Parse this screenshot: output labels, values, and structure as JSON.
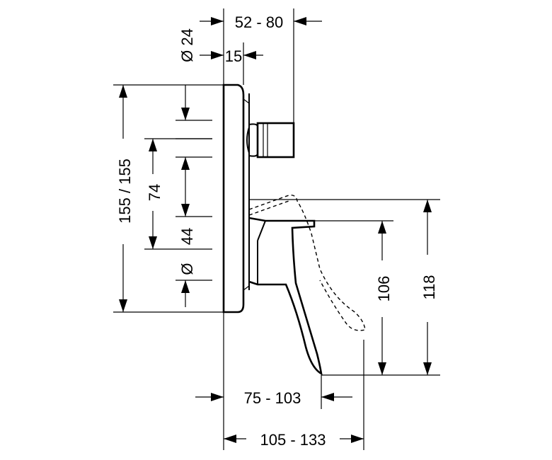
{
  "dimensions": {
    "overall_depth_top": "52 - 80",
    "plate_thickness": "15",
    "diameter_top": "Ø 24",
    "total_height": "155 / 155",
    "spacing_74": "74",
    "spacing_44": "44",
    "diameter_bottom": "Ø",
    "height_106": "106",
    "height_118": "118",
    "depth_75_103": "75 - 103",
    "depth_105_133": "105 - 133"
  }
}
